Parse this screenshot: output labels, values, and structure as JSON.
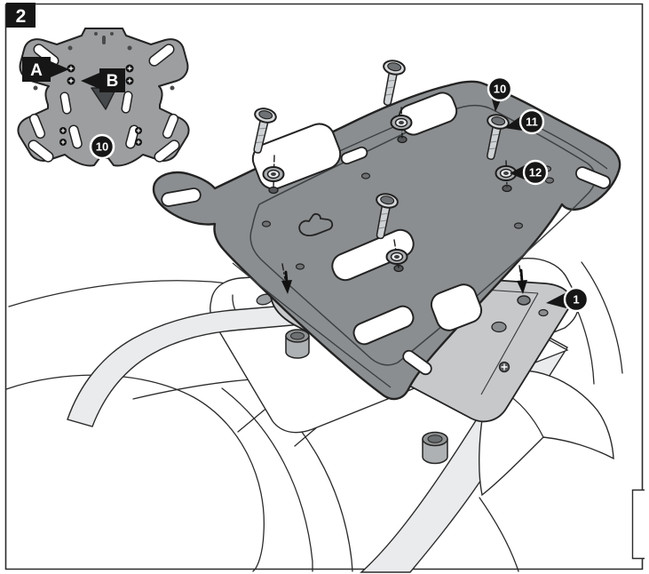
{
  "figure": {
    "step_label": "2"
  },
  "inset": {
    "hole_label_a": "A",
    "hole_label_b": "B",
    "part_badge": "10"
  },
  "callouts": {
    "rack_plate": "10",
    "screw": "11",
    "washer": "12",
    "adapter": "1"
  },
  "colors": {
    "outline": "#2b2b2b",
    "rack_plate_fill": "#8b8e90",
    "inset_plate_fill": "#9c9ea0",
    "adapter_fill": "#c6c8ca",
    "grab_rail_fill": "#e9ebec",
    "badge_bg": "#161616",
    "badge_text": "#ffffff",
    "background": "#ffffff"
  }
}
